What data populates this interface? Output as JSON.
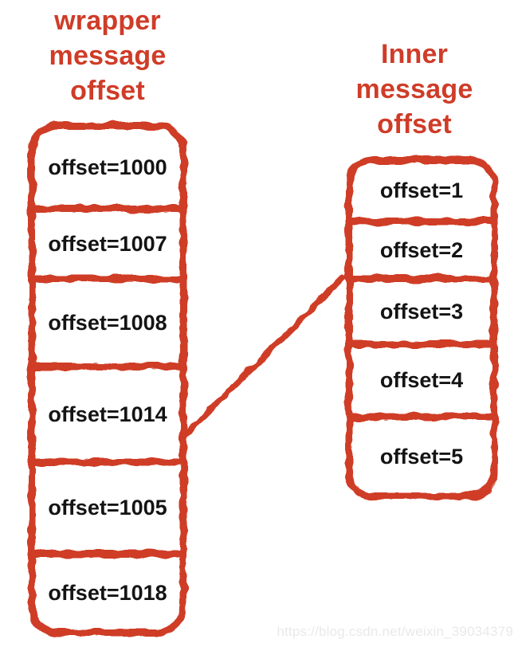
{
  "colors": {
    "accent_red": "#cf3c28",
    "cell_text": "#141414",
    "watermark_gray": "#e9e9e9",
    "page_bg": "#ffffff"
  },
  "diagram": {
    "wrapper_column": {
      "title": "wrapper message offset",
      "cells": [
        "offset=1000",
        "offset=1007",
        "offset=1008",
        "offset=1014",
        "offset=1005",
        "offset=1018"
      ]
    },
    "inner_column": {
      "title": "Inner message offset",
      "cells": [
        "offset=1",
        "offset=2",
        "offset=3",
        "offset=4",
        "offset=5"
      ]
    },
    "connector": {
      "from_cell": "offset=1014",
      "to_cell": "offset=2"
    }
  },
  "watermark": "https://blog.csdn.net/weixin_39034379"
}
